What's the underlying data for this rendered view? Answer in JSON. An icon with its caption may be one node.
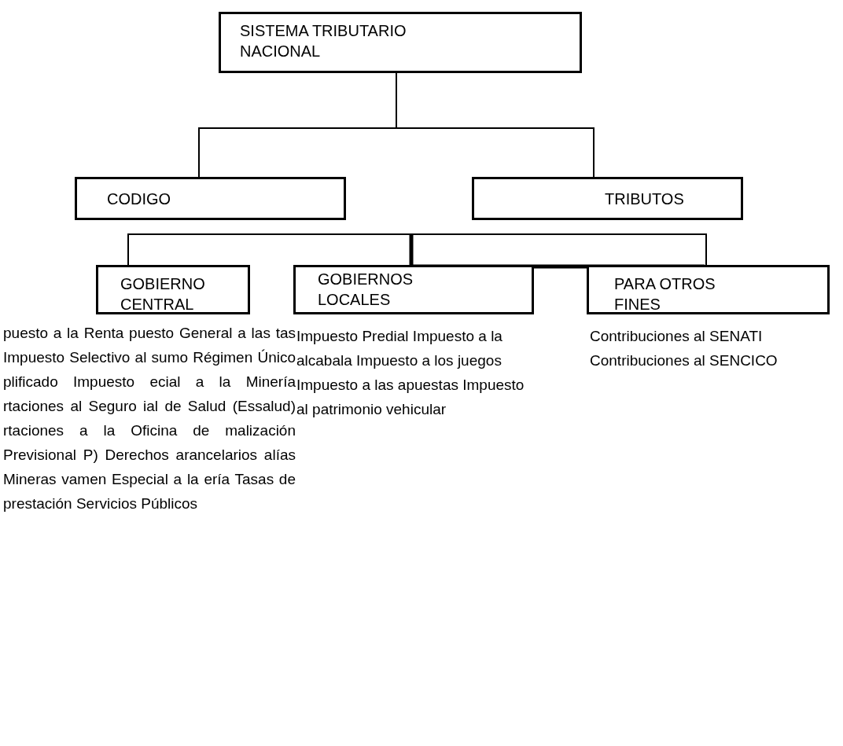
{
  "diagram": {
    "nodes": [
      {
        "text": [
          "SISTEMA TRIBUTARIO NACIONAL"
        ]
      },
      {
        "text": [
          "CODIGO"
        ]
      },
      {
        "text": [
          "TRIBUTOS"
        ]
      },
      {
        "text": [
          "GOBIERNO CENTRAL"
        ],
        "beside": [
          "puesto a la Renta puesto General a las tas Impuesto Selectivo al sumo Régimen Único plificado Impuesto ecial a la Minería rtaciones al Seguro ial de Salud (Essalud) rtaciones a la Oficina de malización Previsional P) Derechos arancelarios alías Mineras vamen Especial a la ería Tasas de prestación Servicios Públicos"
        ]
      },
      {
        "text": [
          "GOBIERNOS LOCALES"
        ],
        "beside": [
          "Impuesto Predial Impuesto a la alcabala Impuesto a los juegos Impuesto a las apuestas Impuesto al patrimonio vehicular"
        ]
      },
      {
        "text": [
          "PARA OTROS FINES"
        ],
        "beside": [
          "Contribuciones al SENATI Contribuciones al SENCICO"
        ]
      }
    ],
    "edges": [
      {
        "from": 0,
        "to": 1,
        "arrow": "none"
      },
      {
        "from": 0,
        "to": 2,
        "arrow": "none"
      },
      {
        "from": 3,
        "to": 5,
        "arrow": "none"
      },
      {
        "from": 4,
        "to": 5,
        "arrow": "none",
        "style": "thick"
      }
    ]
  }
}
